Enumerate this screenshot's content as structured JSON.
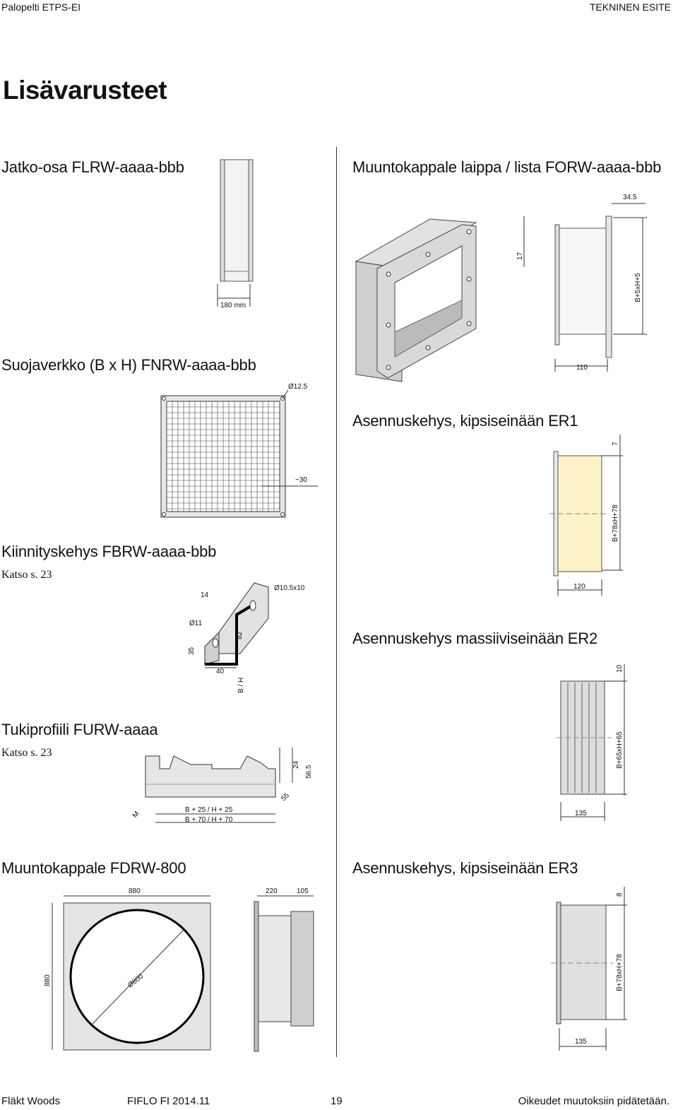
{
  "header": {
    "left": "Palopelti ETPS-EI",
    "right": "TEKNINEN ESITE"
  },
  "page_title": "Lisävarusteet",
  "sections": {
    "jatko": {
      "title": "Jatko-osa FLRW-aaaa-bbb",
      "dims": {
        "length": "180 mm"
      }
    },
    "muuntokappale_laippa": {
      "title": "Muuntokappale laippa / lista FORW-aaaa-bbb",
      "dims": {
        "flange": "34.5",
        "depth": "17",
        "height": "B+5xH+5",
        "length": "110"
      }
    },
    "suojaverkko": {
      "title": "Suojaverkko (B x H) FNRW-aaaa-bbb",
      "dims": {
        "hole": "Ø12.5",
        "offset": "~30"
      }
    },
    "er1": {
      "title": "Asennuskehys, kipsiseinään ER1",
      "dims": {
        "top": "7",
        "height": "B+78xH+78",
        "width": "120"
      }
    },
    "kiinnityskehys": {
      "title": "Kiinnityskehys FBRW-aaaa-bbb",
      "note": "Katso s. 23",
      "dims": {
        "a": "14",
        "slot": "Ø10.5x10",
        "hole": "Ø11",
        "h": "82",
        "b": "35",
        "w": "40",
        "bh": "B / H"
      }
    },
    "er2": {
      "title": "Asennuskehys massiiviseinään ER2",
      "dims": {
        "top": "10",
        "height": "B+65xH+65",
        "width": "135"
      }
    },
    "tukiprofiili": {
      "title": "Tukiprofiili FURW-aaaa",
      "note": "Katso s. 23",
      "dims": {
        "h1": "24",
        "h2": "56.5",
        "diag": "55",
        "m": "M",
        "l1": "B + 25 / H + 25",
        "l2": "B + 70 / H + 70"
      }
    },
    "fdrw": {
      "title": "Muuntokappale FDRW-800",
      "dims": {
        "width": "880",
        "height": "880",
        "diameter": "Ø800",
        "depth1": "220",
        "depth2": "105"
      }
    },
    "er3": {
      "title": "Asennuskehys, kipsiseinään ER3",
      "dims": {
        "top": "8",
        "height": "B+78xH+78",
        "width": "135"
      }
    }
  },
  "footer": {
    "company": "Fläkt Woods",
    "doc": "FIFLO FI 2014.11",
    "page": "19",
    "rights": "Oikeudet muutoksiin pidätetään."
  }
}
